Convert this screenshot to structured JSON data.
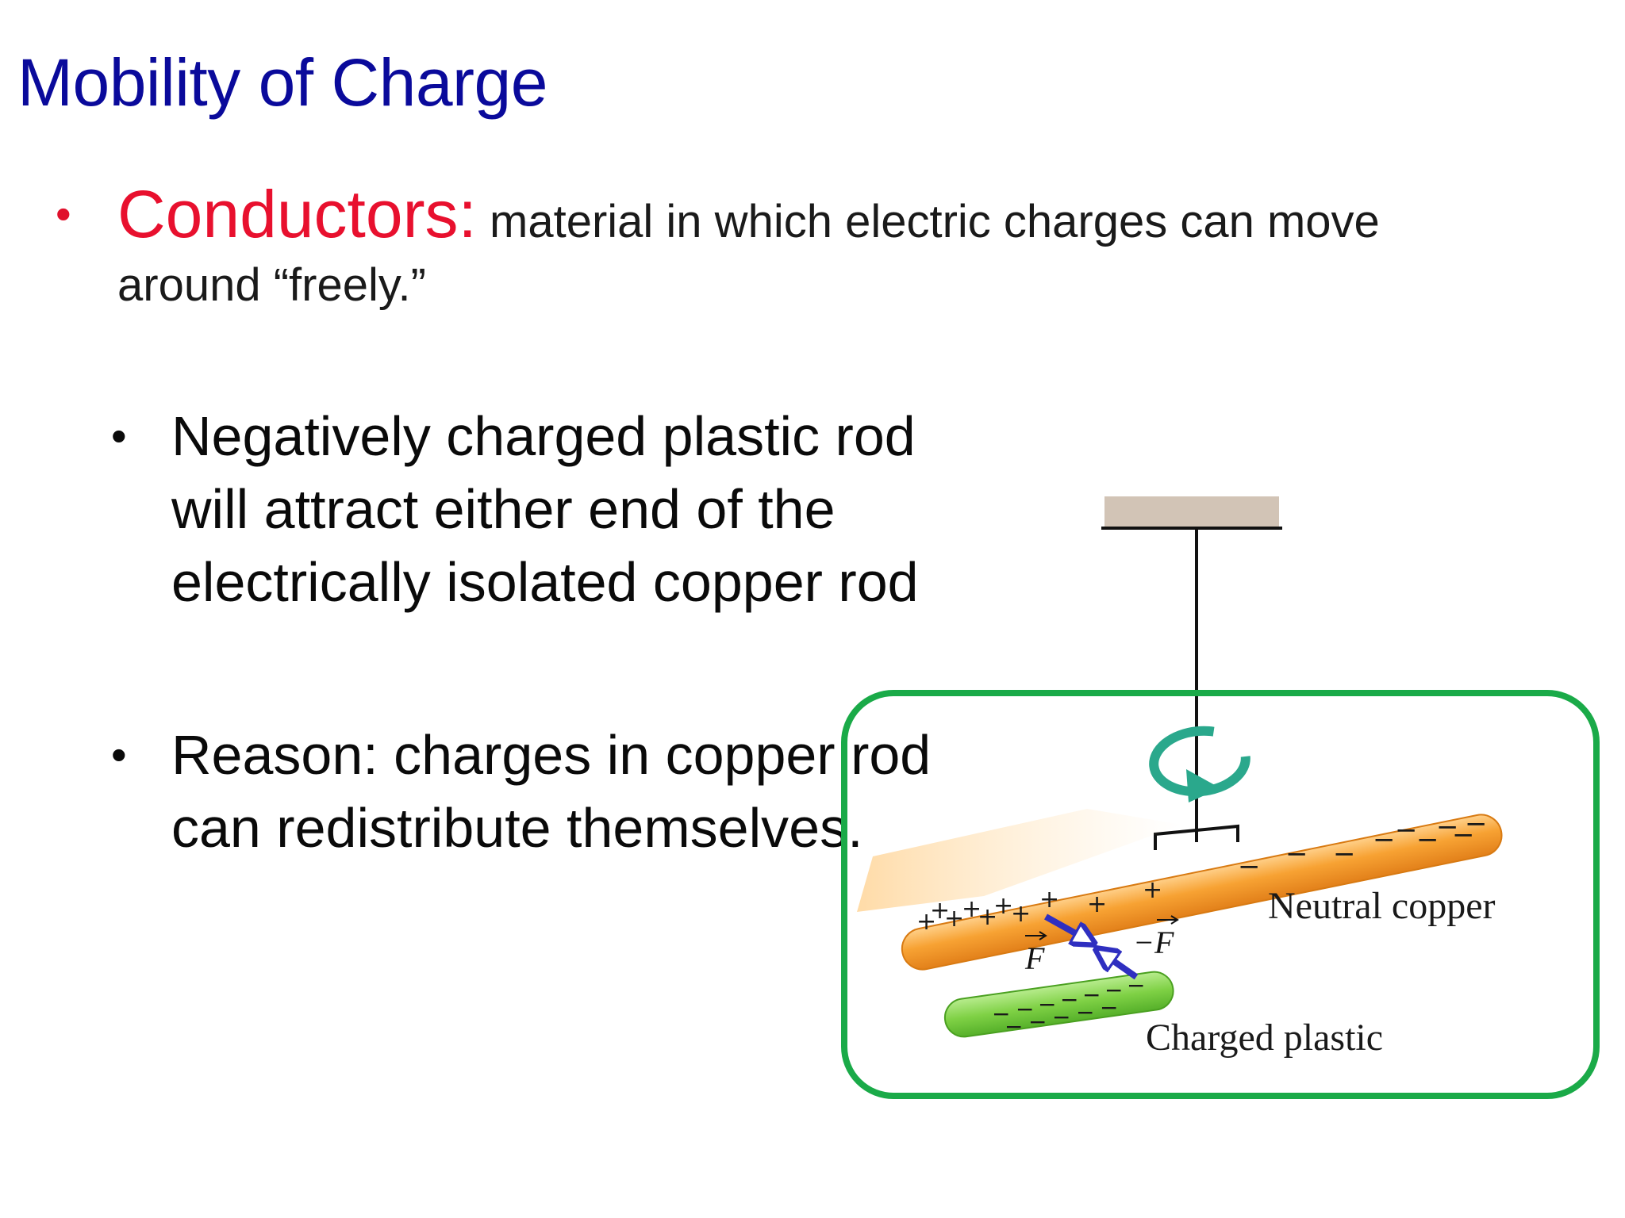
{
  "slide": {
    "title": "Mobility of Charge",
    "bullet1": {
      "term": "Conductors:",
      "definition_line1": " material in which electric charges can move",
      "definition_line2": "around “freely.”"
    },
    "sub_bullets": [
      {
        "lines": [
          "Negatively charged plastic rod",
          "will attract either end of the",
          "electrically isolated copper rod"
        ]
      },
      {
        "lines": [
          "Reason: charges in copper rod",
          "can redistribute themselves."
        ]
      }
    ]
  },
  "diagram": {
    "labels": {
      "copper": "Neutral copper",
      "plastic": "Charged plastic",
      "force": "F",
      "neg_force": "−F"
    },
    "colors": {
      "copper_rod": "#f7a233",
      "plastic_rod": "#7fd145",
      "highlight_box": "#1aaa48",
      "arrows": "#2f2fc0",
      "rotation_arrow": "#2aa88c",
      "ceiling": "#d2c4b6"
    }
  }
}
